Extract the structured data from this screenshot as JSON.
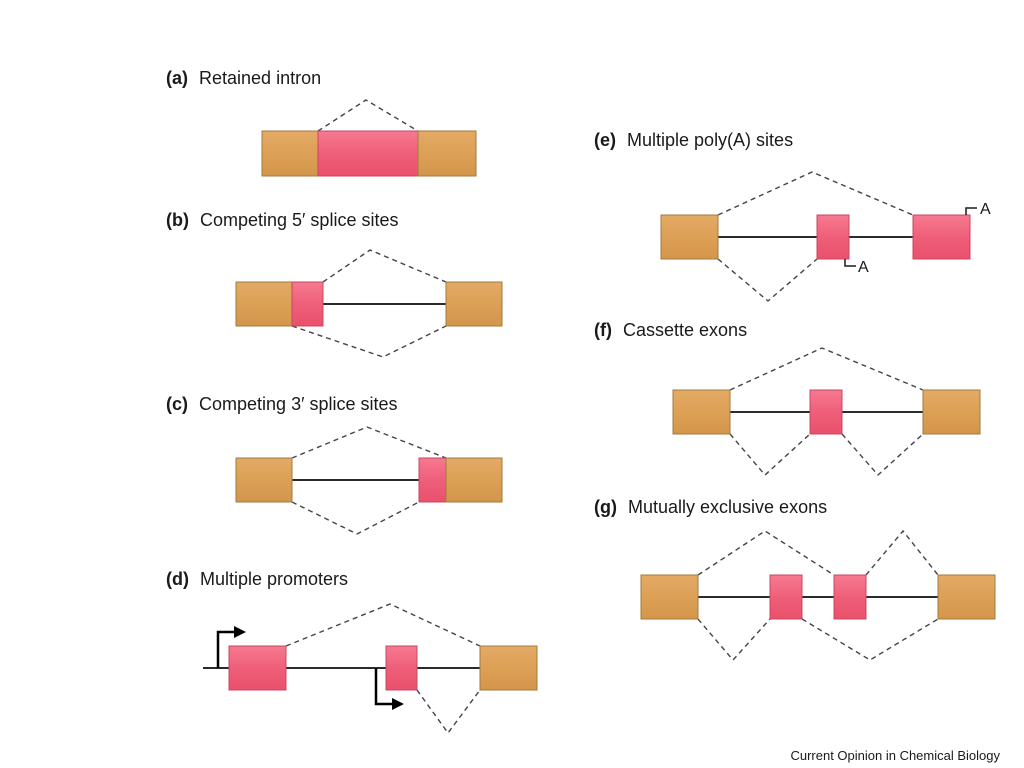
{
  "panels": {
    "a": {
      "id": "(a)",
      "title": "Retained intron"
    },
    "b": {
      "id": "(b)",
      "title": "Competing 5′ splice sites"
    },
    "c": {
      "id": "(c)",
      "title": "Competing 3′ splice sites"
    },
    "d": {
      "id": "(d)",
      "title": "Multiple promoters"
    },
    "e": {
      "id": "(e)",
      "title": "Multiple poly(A) sites",
      "poly_a_label_1": "A",
      "poly_a_label_2": "A"
    },
    "f": {
      "id": "(f)",
      "title": "Cassette exons"
    },
    "g": {
      "id": "(g)",
      "title": "Mutually exclusive exons"
    }
  },
  "credit": "Current Opinion in Chemical Biology",
  "colors": {
    "constitutive_exon": "#e0a55e",
    "alternative_exon": "#f16a83",
    "intron_line": "#2b2b2b",
    "splice_path": "#444444"
  }
}
